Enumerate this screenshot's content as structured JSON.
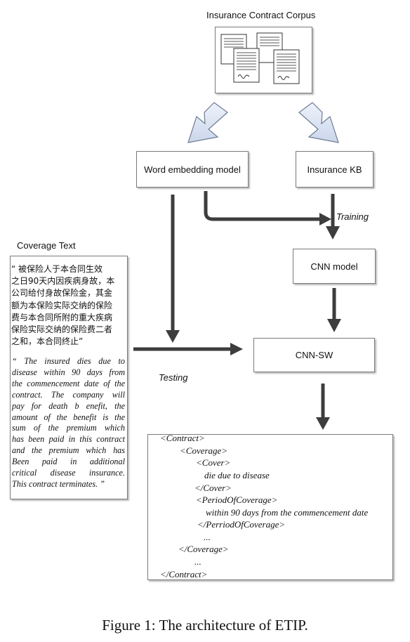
{
  "corpus": {
    "title": "Insurance Contract Corpus"
  },
  "nodes": {
    "word_embedding": "Word embedding model",
    "insurance_kb": "Insurance KB",
    "cnn_model": "CNN model",
    "cnn_sw": "CNN-SW"
  },
  "edge_labels": {
    "training": "Training",
    "testing": "Testing"
  },
  "coverage": {
    "title": "Coverage Text",
    "chinese_lines": [
      "“ 被保险人于本合同生效",
      "之日90天内因疾病身故，本",
      "公司给付身故保险金，其金",
      "额为本保险实际交纳的保险",
      "费与本合同所附的重大疾病",
      "保险实际交纳的保险费二者",
      "之和，本合同终止”"
    ],
    "english_lines": [
      "“ The insured dies due to",
      "disease within 90 days from",
      "the commencement date of the",
      "contract. The company will",
      "pay for death b enefit, the",
      "amount of the benefit is the",
      "sum of the premium which",
      "has been paid in this contract",
      "and the premium which has",
      "Been paid in additional",
      "critical disease insurance.",
      "This contract terminates. ”"
    ]
  },
  "output_xml": [
    "<Contract>",
    "<Coverage>",
    "<Cover>",
    "die due to disease",
    "</Cover>",
    "<PeriodOfCoverage>",
    "within 90 days from the commencement date",
    "</PerriodOfCoverage>",
    "...",
    "</Coverage>",
    "...",
    "</Contract>"
  ],
  "caption": "Figure 1: The architecture of ETIP."
}
